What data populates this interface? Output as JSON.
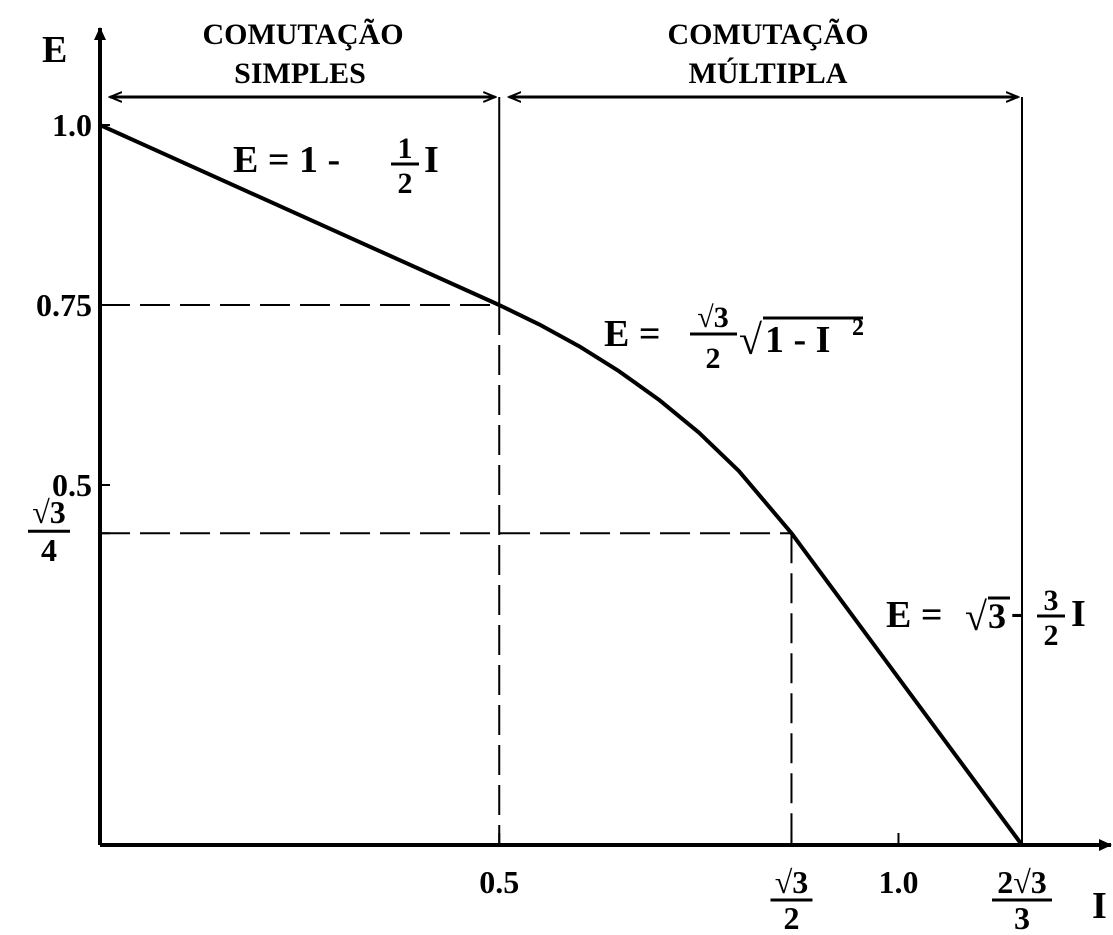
{
  "chart_data": {
    "type": "line",
    "xlabel": "I",
    "ylabel": "E",
    "xlim": [
      0,
      1.1547
    ],
    "ylim": [
      0,
      1.0
    ],
    "grid": false,
    "line_color": "#000000",
    "background": "#ffffff",
    "regions": [
      {
        "label_line1": "COMUTAÇÃO",
        "label_line2": "SIMPLES",
        "x_from": 0,
        "x_to": 0.5
      },
      {
        "label_line1": "COMUTAÇÃO",
        "label_line2": "MÚLTIPLA",
        "x_from": 0.5,
        "x_to": 1.1547
      }
    ],
    "x_ticks": [
      {
        "value": 0.5,
        "num": "0.5",
        "den": ""
      },
      {
        "value": 0.866,
        "num": "√3",
        "den": "2"
      },
      {
        "value": 1.0,
        "num": "1.0",
        "den": ""
      },
      {
        "value": 1.1547,
        "num": "2√3",
        "den": "3"
      }
    ],
    "y_ticks": [
      {
        "value": 1.0,
        "num": "1.0",
        "den": ""
      },
      {
        "value": 0.75,
        "num": "0.75",
        "den": ""
      },
      {
        "value": 0.5,
        "num": "0.5",
        "den": ""
      },
      {
        "value": 0.433,
        "num": "√3",
        "den": "4"
      }
    ],
    "series": [
      {
        "segments": [
          {
            "x": [
              0,
              0.5
            ],
            "y": [
              1.0,
              0.75
            ]
          },
          {
            "x": [
              0.5,
              0.55,
              0.6,
              0.65,
              0.7,
              0.75,
              0.8,
              0.866
            ],
            "y": [
              0.75,
              0.7231,
              0.6928,
              0.6581,
              0.6185,
              0.5728,
              0.5196,
              0.433
            ]
          },
          {
            "x": [
              0.866,
              1.1547
            ],
            "y": [
              0.433,
              0.0
            ]
          }
        ]
      }
    ],
    "reference_lines": [
      {
        "from": [
          0,
          0.75
        ],
        "to": [
          0.5,
          0.75
        ]
      },
      {
        "from": [
          0.5,
          0.75
        ],
        "to": [
          0.5,
          0
        ]
      },
      {
        "from": [
          0,
          0.433
        ],
        "to": [
          0.866,
          0.433
        ]
      },
      {
        "from": [
          0.866,
          0.433
        ],
        "to": [
          0.866,
          0
        ]
      }
    ],
    "annotations": [
      {
        "id": "eq1",
        "lhs": "E = 1 -",
        "frac_num": "1",
        "frac_den": "2",
        "rhs": "I"
      },
      {
        "id": "eq2",
        "lhs": "E =",
        "frac_num": "√3",
        "frac_den": "2",
        "root": "√",
        "radicand": "1 - I",
        "exponent": "2"
      },
      {
        "id": "eq3",
        "lhs": "E =",
        "root": "√",
        "radicand": "3",
        "minus": "-",
        "frac_num": "3",
        "frac_den": "2",
        "rhs": "I"
      }
    ]
  }
}
